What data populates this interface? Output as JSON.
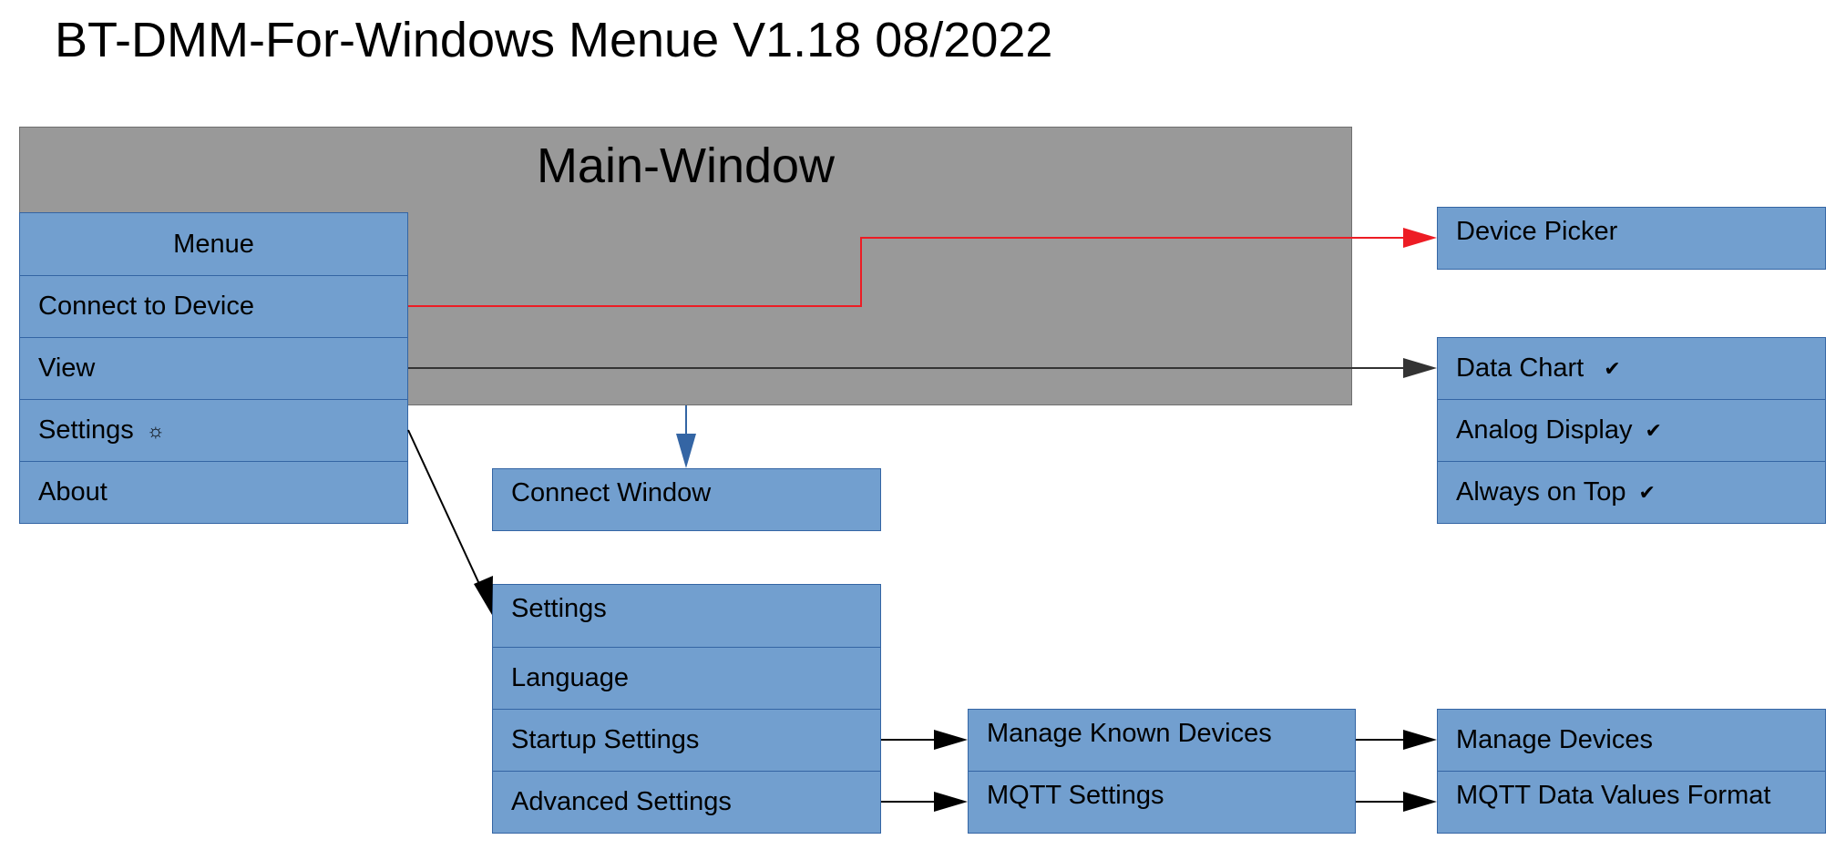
{
  "title": "BT-DMM-For-Windows Menue V1.18 08/2022",
  "main_window": {
    "label": "Main-Window"
  },
  "menue": {
    "header": "Menue",
    "items": [
      "Connect to Device",
      "View",
      "Settings",
      "About"
    ],
    "settings_icon": "☼"
  },
  "device_picker": {
    "label": "Device Picker"
  },
  "view_menu": {
    "items": [
      "Data Chart",
      "Analog Display",
      "Always on Top"
    ],
    "check_icon": "✔"
  },
  "connect_window": {
    "label": "Connect Window"
  },
  "settings_menu": {
    "items": [
      "Settings",
      "Language",
      "Startup Settings",
      "Advanced Settings"
    ]
  },
  "startup_sub": {
    "items": [
      "Manage Known Devices",
      "MQTT Settings"
    ]
  },
  "final_sub": {
    "items": [
      "Manage Devices",
      "MQTT Data Values Format"
    ]
  },
  "colors": {
    "box_fill": "#729fcf",
    "box_border": "#3465a4",
    "main_window_fill": "#999999",
    "connect_arrow": "#ed1c24",
    "view_arrow": "#333333",
    "window_arrow": "#3465a4"
  }
}
